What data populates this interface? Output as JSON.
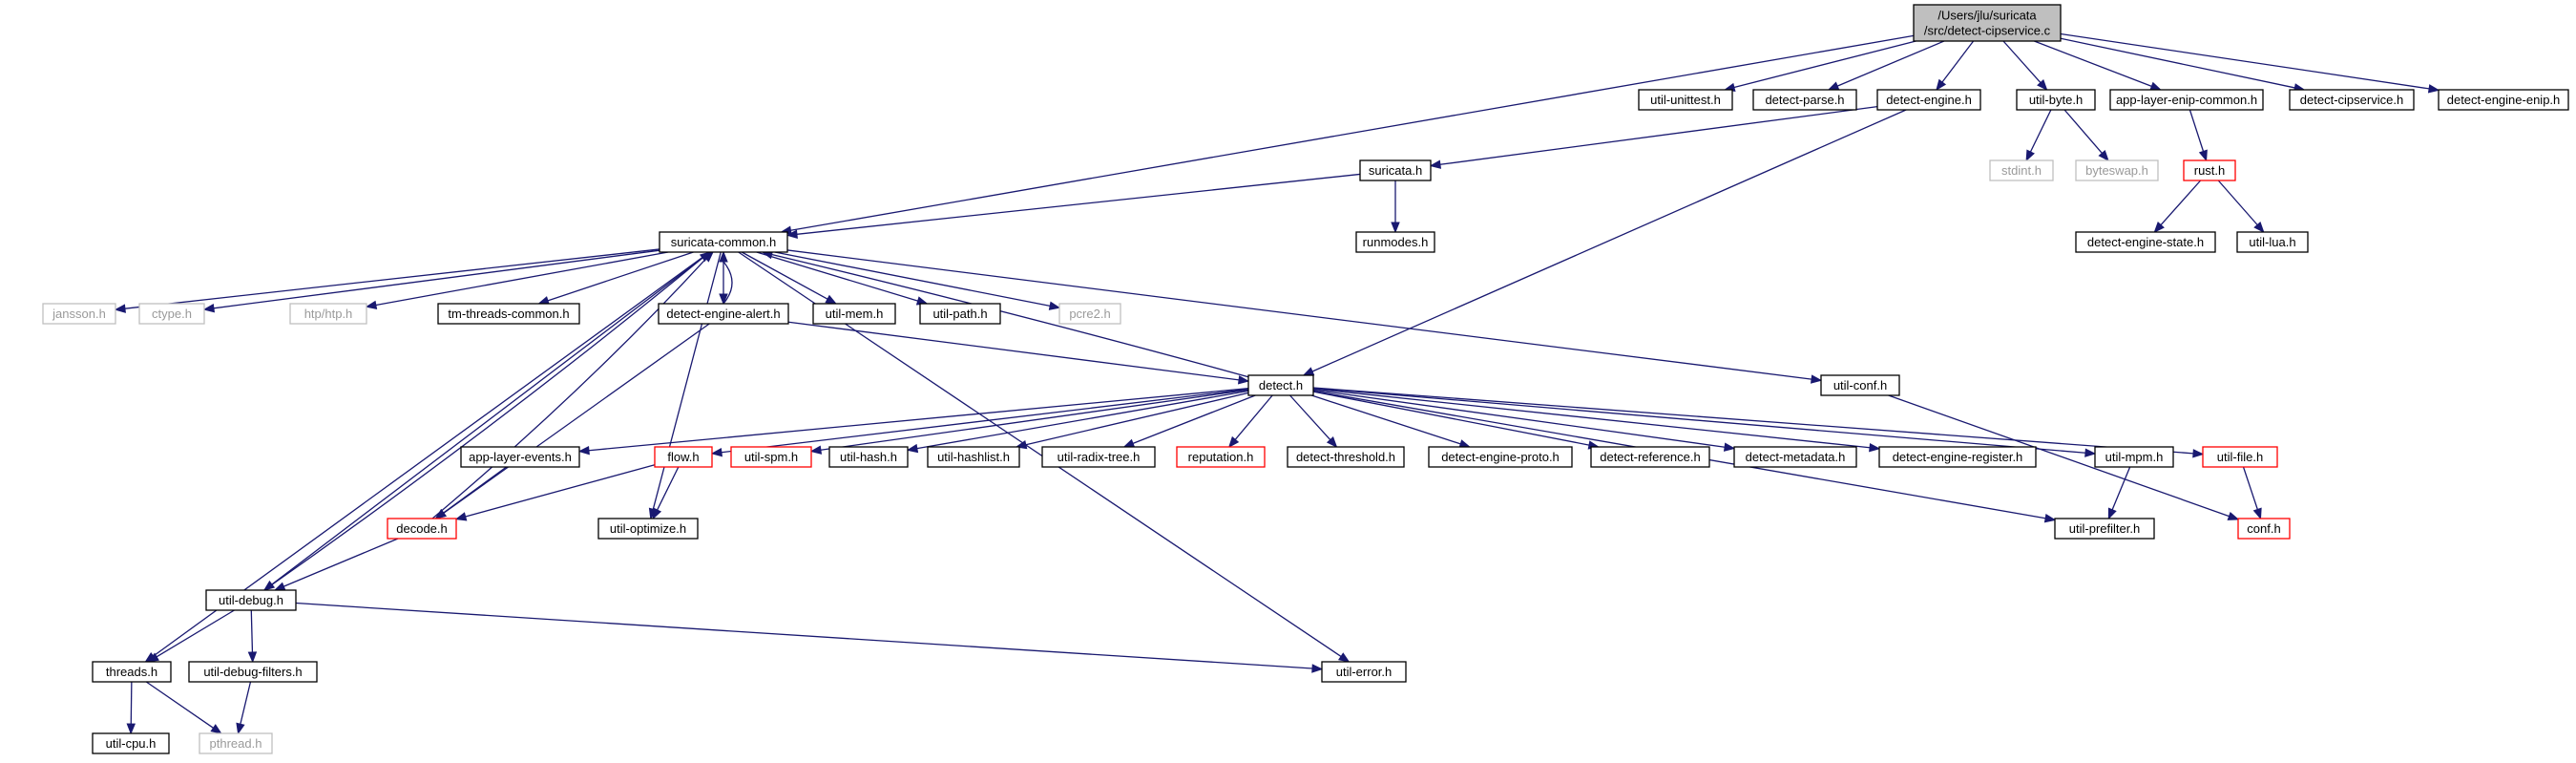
{
  "graph": {
    "root": "root",
    "nodes": [
      {
        "id": "root",
        "label": [
          "/Users/jlu/suricata",
          "/src/detect-cipservice.c"
        ],
        "kind": "root"
      },
      {
        "id": "unittest",
        "label": [
          "util-unittest.h"
        ],
        "kind": "normal"
      },
      {
        "id": "dparse",
        "label": [
          "detect-parse.h"
        ],
        "kind": "normal"
      },
      {
        "id": "dengine",
        "label": [
          "detect-engine.h"
        ],
        "kind": "normal"
      },
      {
        "id": "ubyte",
        "label": [
          "util-byte.h"
        ],
        "kind": "normal"
      },
      {
        "id": "enipc",
        "label": [
          "app-layer-enip-common.h"
        ],
        "kind": "normal"
      },
      {
        "id": "dcip",
        "label": [
          "detect-cipservice.h"
        ],
        "kind": "normal"
      },
      {
        "id": "denip",
        "label": [
          "detect-engine-enip.h"
        ],
        "kind": "normal"
      },
      {
        "id": "stdint",
        "label": [
          "stdint.h"
        ],
        "kind": "external"
      },
      {
        "id": "byteswap",
        "label": [
          "byteswap.h"
        ],
        "kind": "external"
      },
      {
        "id": "rust",
        "label": [
          "rust.h"
        ],
        "kind": "truncated"
      },
      {
        "id": "suricata",
        "label": [
          "suricata.h"
        ],
        "kind": "normal"
      },
      {
        "id": "runmodes",
        "label": [
          "runmodes.h"
        ],
        "kind": "normal"
      },
      {
        "id": "destate",
        "label": [
          "detect-engine-state.h"
        ],
        "kind": "normal"
      },
      {
        "id": "ulua",
        "label": [
          "util-lua.h"
        ],
        "kind": "normal"
      },
      {
        "id": "common",
        "label": [
          "suricata-common.h"
        ],
        "kind": "normal"
      },
      {
        "id": "jansson",
        "label": [
          "jansson.h"
        ],
        "kind": "external"
      },
      {
        "id": "ctype",
        "label": [
          "ctype.h"
        ],
        "kind": "external"
      },
      {
        "id": "htp",
        "label": [
          "htp/htp.h"
        ],
        "kind": "external"
      },
      {
        "id": "tmthreads",
        "label": [
          "tm-threads-common.h"
        ],
        "kind": "normal"
      },
      {
        "id": "dalert",
        "label": [
          "detect-engine-alert.h"
        ],
        "kind": "normal"
      },
      {
        "id": "umem",
        "label": [
          "util-mem.h"
        ],
        "kind": "normal"
      },
      {
        "id": "upath",
        "label": [
          "util-path.h"
        ],
        "kind": "normal"
      },
      {
        "id": "pcre2",
        "label": [
          "pcre2.h"
        ],
        "kind": "external"
      },
      {
        "id": "uconf",
        "label": [
          "util-conf.h"
        ],
        "kind": "normal"
      },
      {
        "id": "detect",
        "label": [
          "detect.h"
        ],
        "kind": "normal"
      },
      {
        "id": "alevents",
        "label": [
          "app-layer-events.h"
        ],
        "kind": "normal"
      },
      {
        "id": "flow",
        "label": [
          "flow.h"
        ],
        "kind": "truncated"
      },
      {
        "id": "uspm",
        "label": [
          "util-spm.h"
        ],
        "kind": "truncated"
      },
      {
        "id": "uhash",
        "label": [
          "util-hash.h"
        ],
        "kind": "normal"
      },
      {
        "id": "uhashlist",
        "label": [
          "util-hashlist.h"
        ],
        "kind": "normal"
      },
      {
        "id": "uradix",
        "label": [
          "util-radix-tree.h"
        ],
        "kind": "normal"
      },
      {
        "id": "reputation",
        "label": [
          "reputation.h"
        ],
        "kind": "truncated"
      },
      {
        "id": "dthreshold",
        "label": [
          "detect-threshold.h"
        ],
        "kind": "normal"
      },
      {
        "id": "dproto",
        "label": [
          "detect-engine-proto.h"
        ],
        "kind": "normal"
      },
      {
        "id": "dref",
        "label": [
          "detect-reference.h"
        ],
        "kind": "normal"
      },
      {
        "id": "dmeta",
        "label": [
          "detect-metadata.h"
        ],
        "kind": "normal"
      },
      {
        "id": "dreg",
        "label": [
          "detect-engine-register.h"
        ],
        "kind": "normal"
      },
      {
        "id": "umpm",
        "label": [
          "util-mpm.h"
        ],
        "kind": "normal"
      },
      {
        "id": "ufile",
        "label": [
          "util-file.h"
        ],
        "kind": "truncated"
      },
      {
        "id": "decode",
        "label": [
          "decode.h"
        ],
        "kind": "truncated"
      },
      {
        "id": "uopt",
        "label": [
          "util-optimize.h"
        ],
        "kind": "normal"
      },
      {
        "id": "uprefilter",
        "label": [
          "util-prefilter.h"
        ],
        "kind": "normal"
      },
      {
        "id": "conf",
        "label": [
          "conf.h"
        ],
        "kind": "truncated"
      },
      {
        "id": "udebug",
        "label": [
          "util-debug.h"
        ],
        "kind": "normal"
      },
      {
        "id": "threads",
        "label": [
          "threads.h"
        ],
        "kind": "normal"
      },
      {
        "id": "udfilters",
        "label": [
          "util-debug-filters.h"
        ],
        "kind": "normal"
      },
      {
        "id": "uerror",
        "label": [
          "util-error.h"
        ],
        "kind": "normal"
      },
      {
        "id": "ucpu",
        "label": [
          "util-cpu.h"
        ],
        "kind": "normal"
      },
      {
        "id": "pthread",
        "label": [
          "pthread.h"
        ],
        "kind": "external"
      }
    ],
    "edges": [
      [
        "root",
        "unittest"
      ],
      [
        "root",
        "dparse"
      ],
      [
        "root",
        "dengine"
      ],
      [
        "root",
        "ubyte"
      ],
      [
        "root",
        "enipc"
      ],
      [
        "root",
        "dcip"
      ],
      [
        "root",
        "denip"
      ],
      [
        "root",
        "common"
      ],
      [
        "ubyte",
        "stdint"
      ],
      [
        "ubyte",
        "byteswap"
      ],
      [
        "enipc",
        "rust"
      ],
      [
        "rust",
        "destate"
      ],
      [
        "rust",
        "ulua"
      ],
      [
        "dengine",
        "suricata"
      ],
      [
        "dengine",
        "detect"
      ],
      [
        "suricata",
        "runmodes"
      ],
      [
        "suricata",
        "common"
      ],
      [
        "common",
        "jansson"
      ],
      [
        "common",
        "ctype"
      ],
      [
        "common",
        "htp"
      ],
      [
        "common",
        "tmthreads"
      ],
      [
        "common",
        "dalert"
      ],
      [
        "common",
        "umem"
      ],
      [
        "common",
        "upath"
      ],
      [
        "common",
        "pcre2"
      ],
      [
        "common",
        "uconf"
      ],
      [
        "common",
        "uopt"
      ],
      [
        "common",
        "udebug"
      ],
      [
        "common",
        "threads"
      ],
      [
        "common",
        "uerror"
      ],
      [
        "dalert",
        "common"
      ],
      [
        "dalert",
        "detect"
      ],
      [
        "dalert",
        "decode"
      ],
      [
        "detect",
        "common"
      ],
      [
        "detect",
        "alevents"
      ],
      [
        "detect",
        "flow"
      ],
      [
        "detect",
        "uspm"
      ],
      [
        "detect",
        "uhash"
      ],
      [
        "detect",
        "uhashlist"
      ],
      [
        "detect",
        "uradix"
      ],
      [
        "detect",
        "reputation"
      ],
      [
        "detect",
        "dthreshold"
      ],
      [
        "detect",
        "dproto"
      ],
      [
        "detect",
        "dref"
      ],
      [
        "detect",
        "dmeta"
      ],
      [
        "detect",
        "dreg"
      ],
      [
        "detect",
        "umpm"
      ],
      [
        "detect",
        "ufile"
      ],
      [
        "detect",
        "uprefilter"
      ],
      [
        "uconf",
        "conf"
      ],
      [
        "ufile",
        "conf"
      ],
      [
        "umpm",
        "uprefilter"
      ],
      [
        "alevents",
        "decode"
      ],
      [
        "flow",
        "decode"
      ],
      [
        "flow",
        "uopt"
      ],
      [
        "decode",
        "common"
      ],
      [
        "decode",
        "udebug"
      ],
      [
        "udebug",
        "common"
      ],
      [
        "udebug",
        "threads"
      ],
      [
        "udebug",
        "udfilters"
      ],
      [
        "udebug",
        "uerror"
      ],
      [
        "threads",
        "ucpu"
      ],
      [
        "threads",
        "pthread"
      ],
      [
        "udfilters",
        "pthread"
      ]
    ]
  }
}
